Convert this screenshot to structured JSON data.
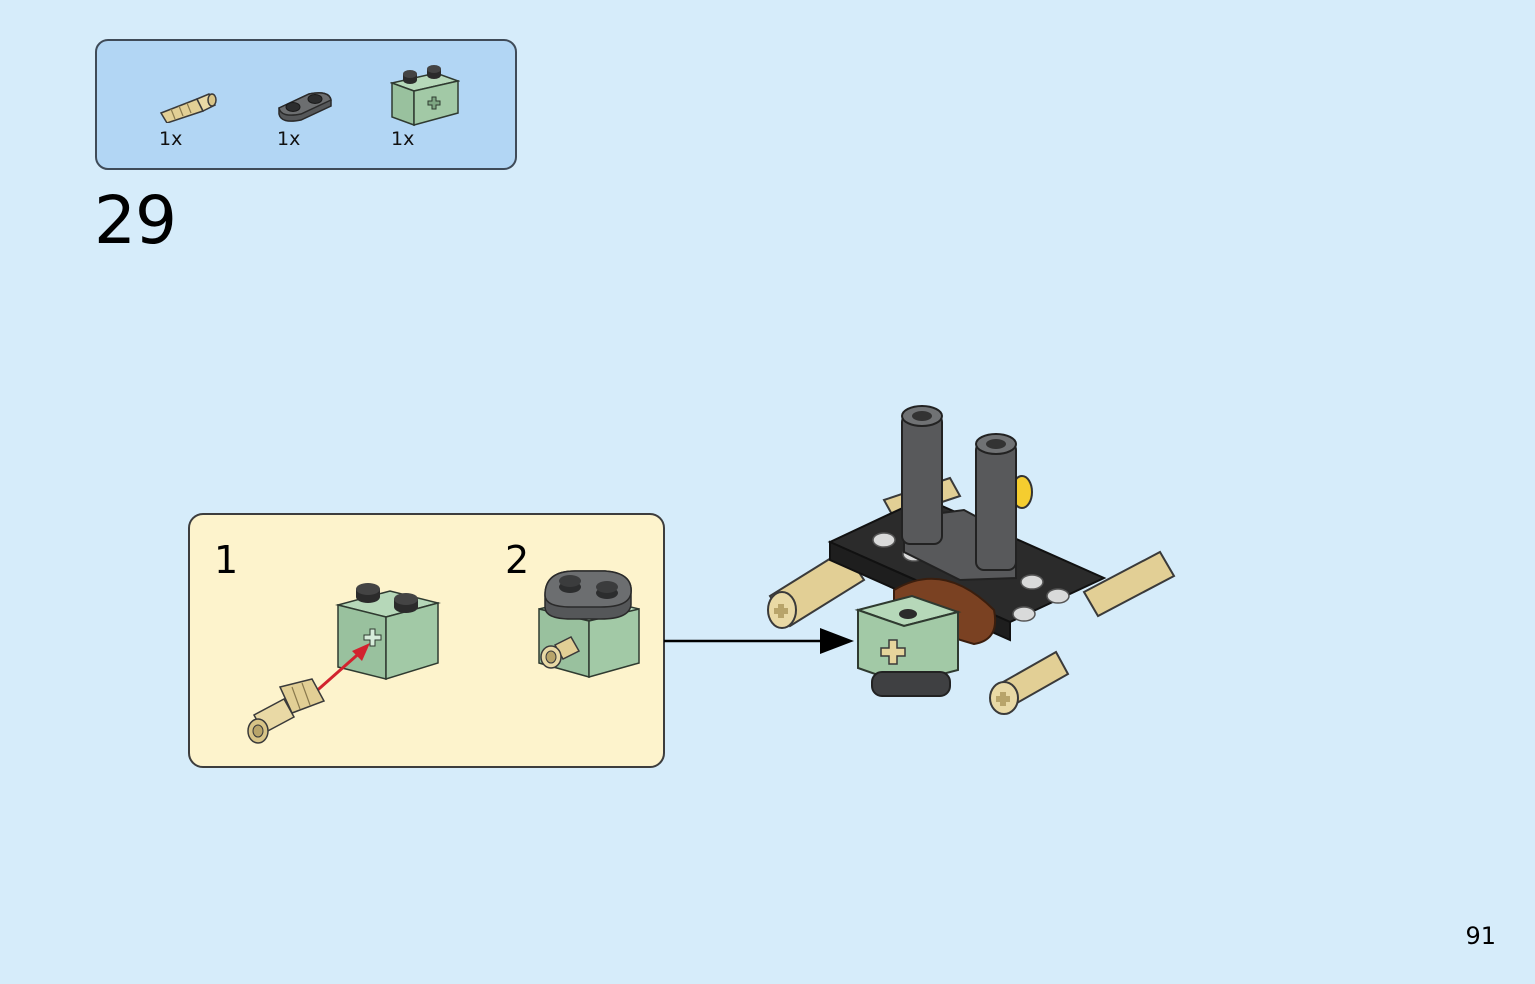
{
  "parts_list": {
    "items": [
      {
        "name": "tan-axle-pin",
        "count": "1x"
      },
      {
        "name": "dark-gray-plate-1x2-rounded",
        "count": "1x"
      },
      {
        "name": "sand-green-technic-brick-1x2-axle-hole",
        "count": "1x"
      }
    ]
  },
  "step": {
    "number": "29"
  },
  "sub_assembly": {
    "steps": [
      {
        "label": "1"
      },
      {
        "label": "2"
      }
    ]
  },
  "page": {
    "number": "91"
  },
  "colors": {
    "background": "#d6ecfa",
    "parts_box": "#b2d6f4",
    "sub_box": "#fdf3cc",
    "sand_green": "#a2c9a6",
    "tan": "#e2cf95",
    "dark_gray": "#58595b",
    "black": "#2b2b2b",
    "arrow_red": "#d2232f"
  }
}
